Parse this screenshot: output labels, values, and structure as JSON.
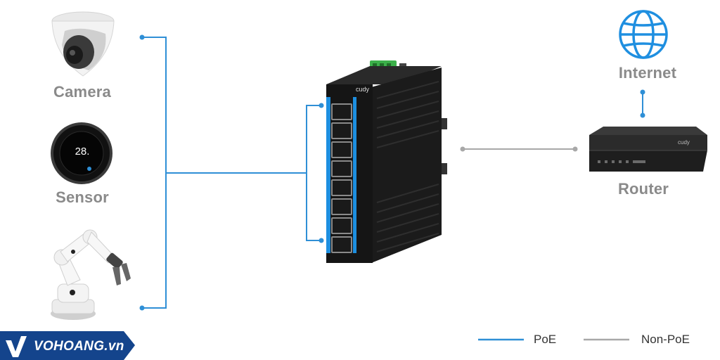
{
  "devices": {
    "camera": "Camera",
    "sensor": "Sensor",
    "internet": "Internet",
    "router": "Router"
  },
  "sensor_display": "28.",
  "switch_brand": "cudy",
  "router_brand": "cudy",
  "legend": {
    "poe": "PoE",
    "non_poe": "Non-PoE"
  },
  "watermark": "VOHOANG.vn",
  "colors": {
    "poe_line": "#2f8fd6",
    "non_poe_line": "#a8a8a8",
    "switch_body": "#141414",
    "switch_accent": "#1d8fe0",
    "terminal": "#3cb04a"
  },
  "icons": [
    "globe-icon",
    "camera-icon",
    "thermostat-icon",
    "robot-arm-icon",
    "switch-icon",
    "router-icon"
  ]
}
